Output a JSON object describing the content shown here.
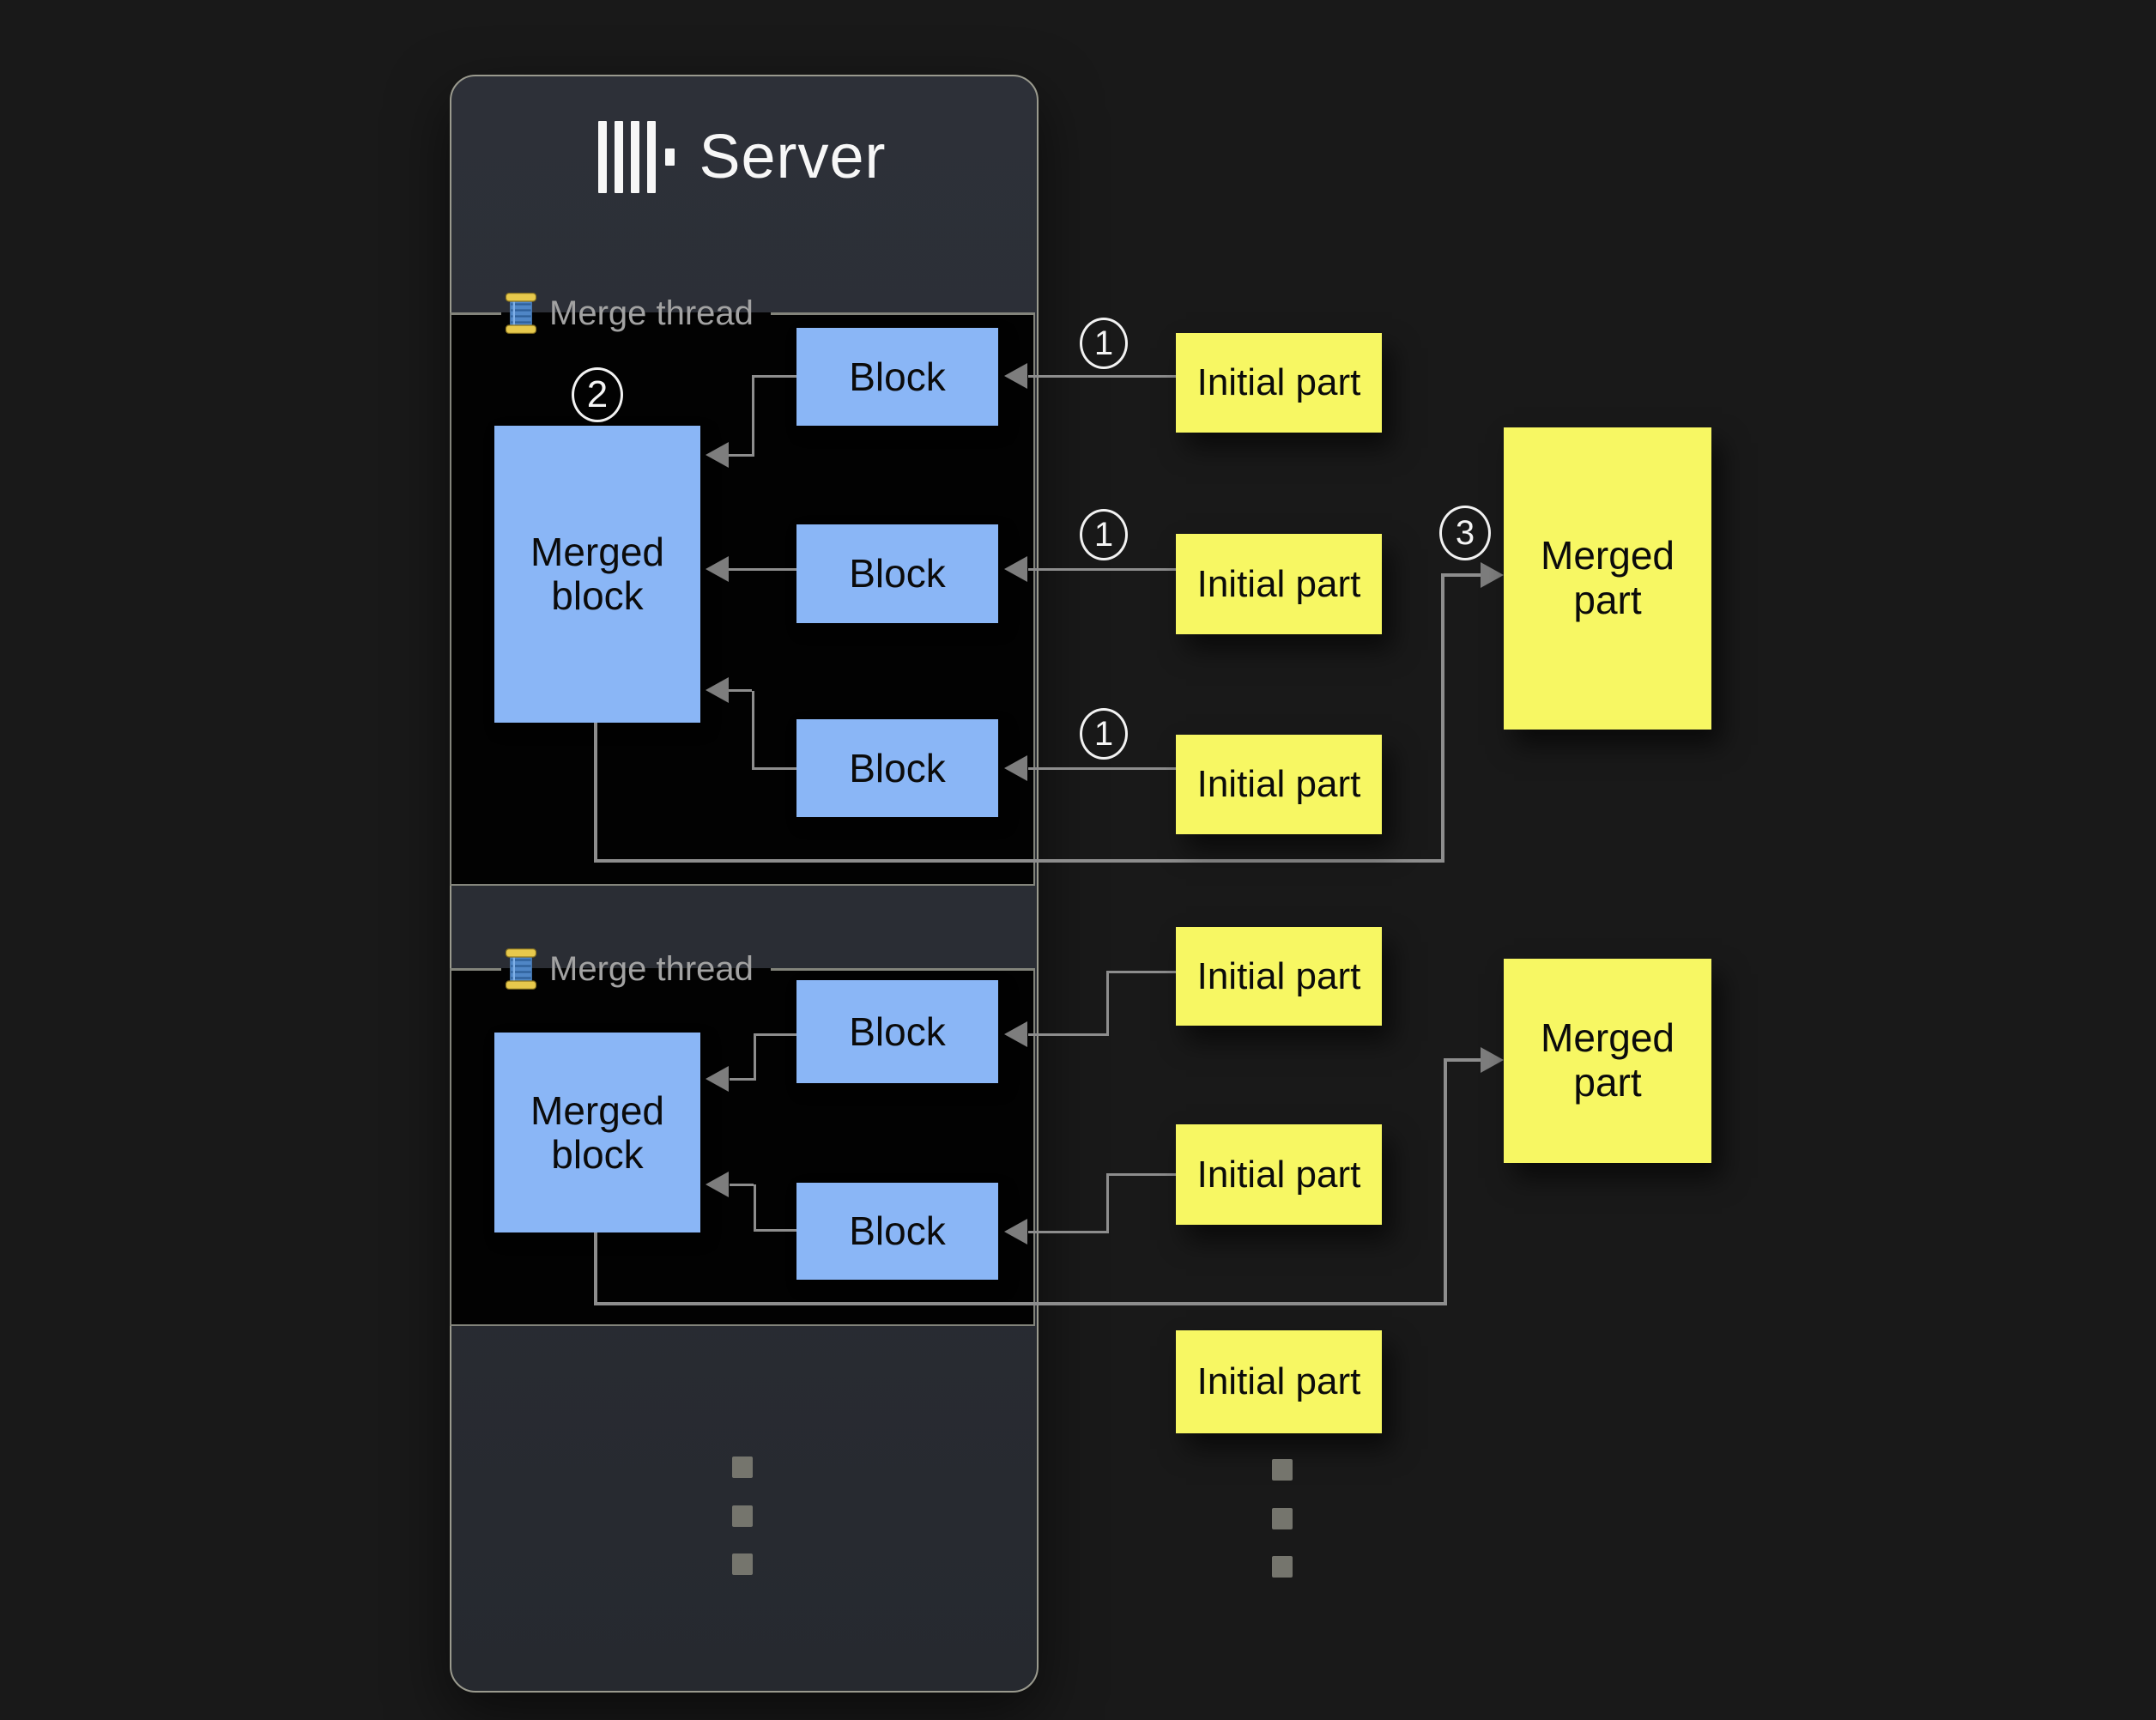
{
  "server": {
    "title": "Server",
    "logo_icon": "clickhouse-bars-icon"
  },
  "threads": [
    {
      "label": "Merge thread",
      "icon": "thread-spool-icon",
      "merged_block_label": "Merged block",
      "block_labels": [
        "Block",
        "Block",
        "Block"
      ],
      "step_badge": "2"
    },
    {
      "label": "Merge thread",
      "icon": "thread-spool-icon",
      "merged_block_label": "Merged block",
      "block_labels": [
        "Block",
        "Block"
      ]
    }
  ],
  "initial_parts": [
    {
      "label": "Initial part",
      "step_badge": "1"
    },
    {
      "label": "Initial part",
      "step_badge": "1"
    },
    {
      "label": "Initial part",
      "step_badge": "1"
    },
    {
      "label": "Initial part"
    },
    {
      "label": "Initial part"
    },
    {
      "label": "Initial part"
    }
  ],
  "merged_parts": [
    {
      "label": "Merged part",
      "step_badge": "3"
    },
    {
      "label": "Merged part"
    }
  ],
  "colors": {
    "background": "#191919",
    "panel": "#2b2e35",
    "panel_border": "#9a9a8e",
    "thread_box": "#020202",
    "thread_box_border": "#83847b",
    "block_fill": "#8ab6f6",
    "part_fill": "#f7f763",
    "connector": "#8d8d8d",
    "legend_text": "#a2a2a2",
    "title_text": "#f7f7f7"
  }
}
